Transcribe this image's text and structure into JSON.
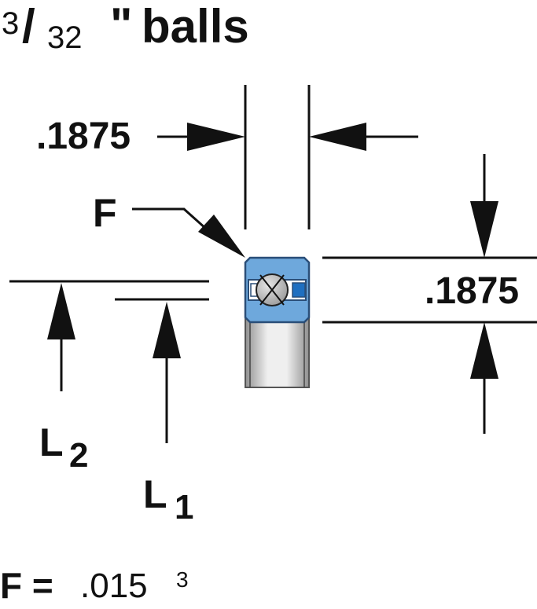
{
  "title": {
    "numerator": "3",
    "slash": "/",
    "denominator": "32",
    "inch_mark": "\"",
    "text": "balls"
  },
  "dimensions": {
    "width": ".1875",
    "height": ".1875"
  },
  "labels": {
    "f": "F",
    "l2": "L",
    "l2_sub": "2",
    "l1": "L",
    "l1_sub": "1"
  },
  "footnote": {
    "lhs": "F =",
    "value": ".015",
    "sup": "3"
  },
  "colors": {
    "race_fill": "#6ea8dc",
    "race_stroke": "#2a4e78",
    "separator": "#1f6fc0",
    "ball": "#9b9b9b",
    "cylinder_light": "#efefef",
    "cylinder_dark": "#8f8f8f",
    "line": "#111111"
  }
}
